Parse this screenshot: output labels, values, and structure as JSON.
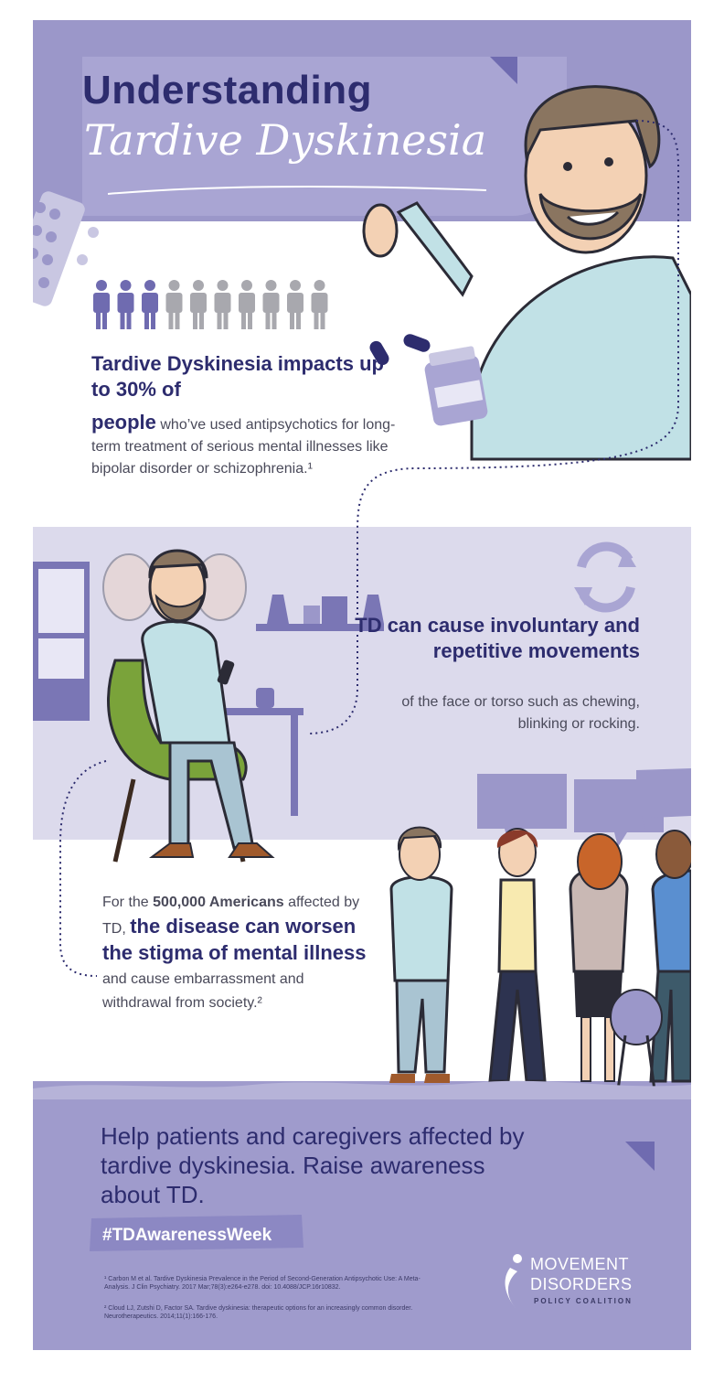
{
  "header": {
    "title_line1": "Understanding",
    "title_line2": "Tardive Dyskinesia"
  },
  "stat1": {
    "headline": "Tardive Dyskinesia impacts up to 30% of",
    "headline_end": "people",
    "body": "who’ve used antipsychotics for long-term treatment of serious mental illnesses like bipolar disorder or schizophrenia.¹",
    "people_highlighted": 3,
    "people_total": 10
  },
  "stat2": {
    "headline": "TD can cause involuntary and repetitive movements",
    "body": "of the face or torso such as chewing, blinking or rocking."
  },
  "stat3": {
    "intro": "For the",
    "number": "500,000 Americans",
    "middle": "affected by TD,",
    "highlight": "the disease can worsen the stigma of mental illness",
    "end": "and cause embarrassment and withdrawal from society.²"
  },
  "cta": {
    "text": "Help patients and caregivers affected by tardive dyskinesia. Raise awareness about TD.",
    "hashtag": "#TDAwarenessWeek"
  },
  "footnotes": {
    "fn1": "¹ Carbon M et al. Tardive Dyskinesia Prevalence in the Period of Second-Generation Antipsychotic Use: A Meta-Analysis. J Clin Psychiatry. 2017 Mar;78(3):e264-e278. doi: 10.4088/JCP.16r10832.",
    "fn2": "² Cloud LJ, Zutshi D, Factor SA. Tardive dyskinesia: therapeutic options for an increasingly common disorder. Neurotherapeutics. 2014;11(1):166-176."
  },
  "logo": {
    "line1": "MOVEMENT",
    "line2": "DISORDERS",
    "line3": "POLICY COALITION"
  },
  "colors": {
    "navy": "#2d2c6e",
    "lavender": "#9b97c9",
    "light_lavender": "#dcdaec",
    "highlight_person": "#6f6bb0",
    "muted_person": "#a8a8ae"
  }
}
